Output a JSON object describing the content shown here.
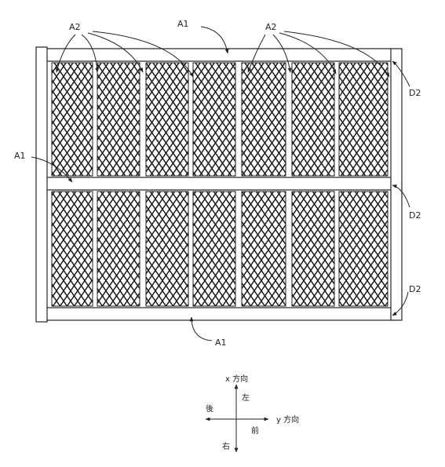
{
  "labels": {
    "a1_top": "A1",
    "a1_left": "A1",
    "a1_bottom": "A1",
    "a2_left": "A2",
    "a2_right": "A2",
    "d2_top": "D2",
    "d2_mid": "D2",
    "d2_bottom": "D2"
  },
  "compass": {
    "x_axis": "x 方向",
    "y_axis": "y 方向",
    "left": "左",
    "right": "右",
    "front": "前",
    "back": "後"
  }
}
